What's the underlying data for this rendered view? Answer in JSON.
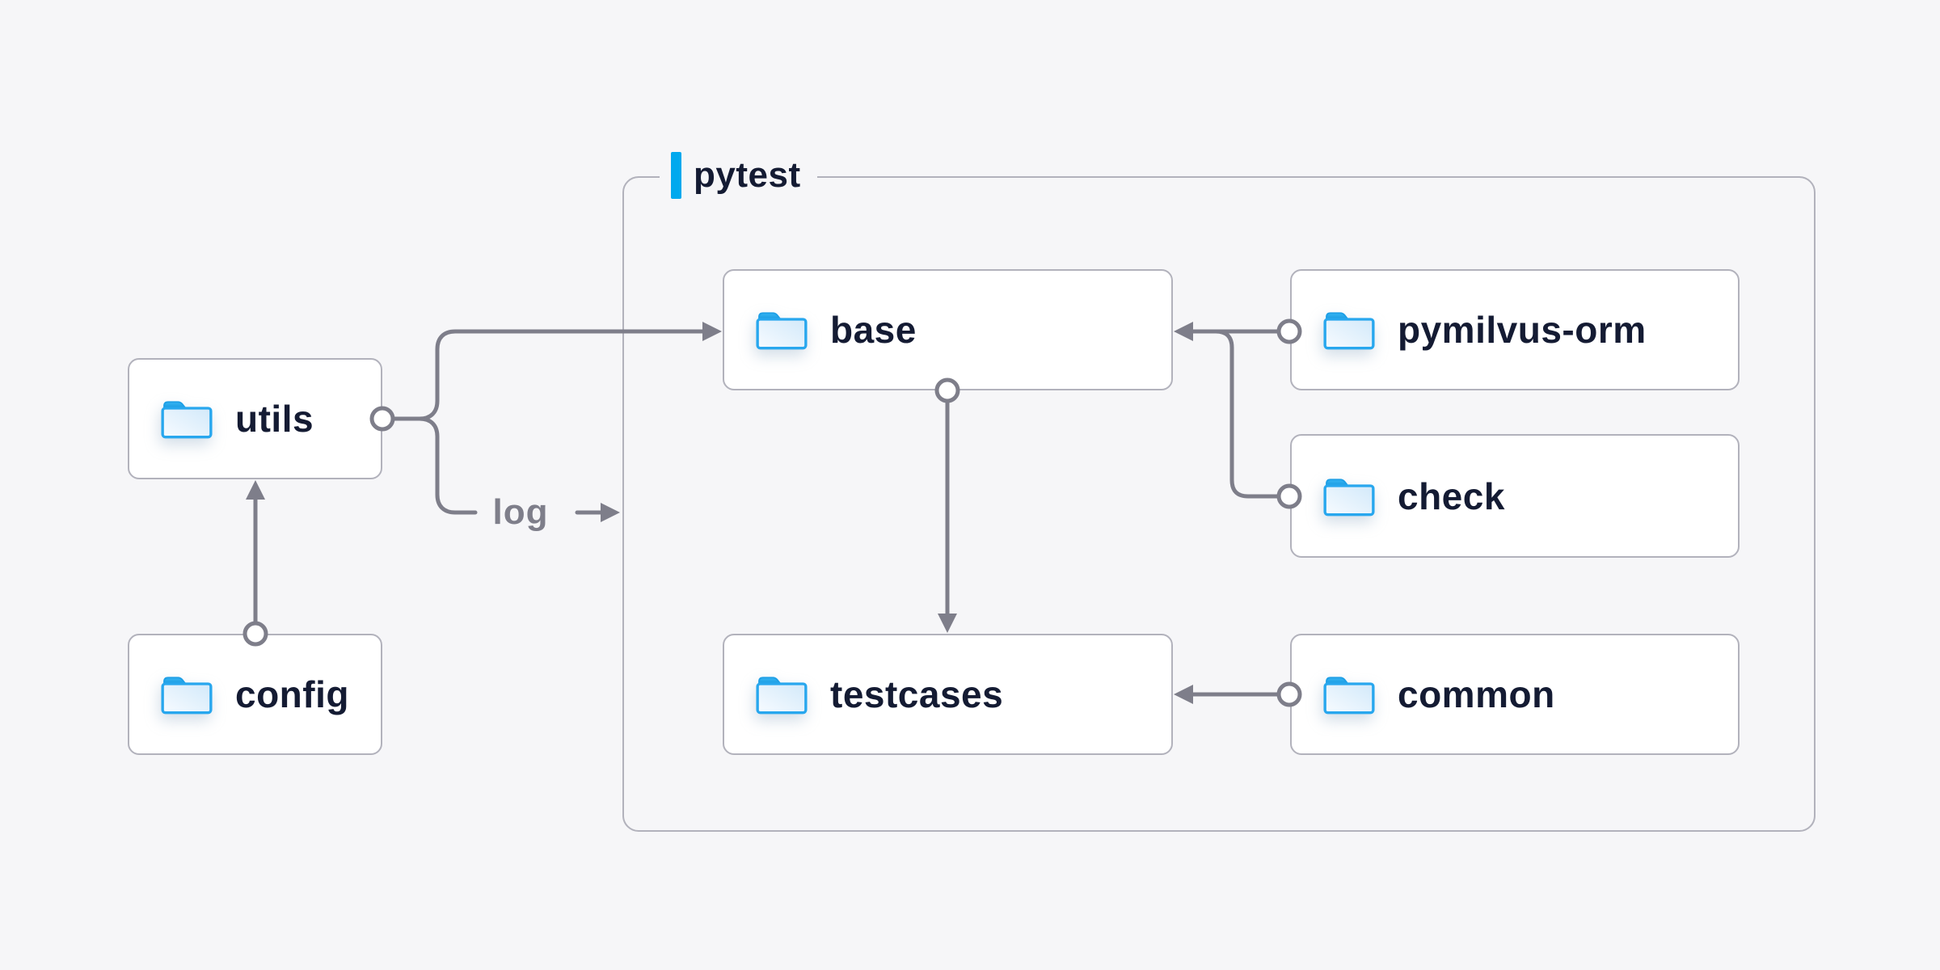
{
  "diagram": {
    "container": {
      "label": "pytest"
    },
    "nodes": {
      "utils": {
        "label": "utils",
        "icon": "folder-icon"
      },
      "config": {
        "label": "config",
        "icon": "folder-icon"
      },
      "base": {
        "label": "base",
        "icon": "folder-icon"
      },
      "pymilvus-orm": {
        "label": "pymilvus-orm",
        "icon": "folder-icon"
      },
      "check": {
        "label": "check",
        "icon": "folder-icon"
      },
      "testcases": {
        "label": "testcases",
        "icon": "folder-icon"
      },
      "common": {
        "label": "common",
        "icon": "folder-icon"
      }
    },
    "edges": [
      {
        "from": "utils",
        "to": "base"
      },
      {
        "from": "utils",
        "to": "pytest-group",
        "label": "log"
      },
      {
        "from": "config",
        "to": "utils"
      },
      {
        "from": "base",
        "to": "testcases"
      },
      {
        "from": "pymilvus-orm",
        "to": "base"
      },
      {
        "from": "check",
        "to": "base"
      },
      {
        "from": "common",
        "to": "testcases"
      }
    ],
    "colors": {
      "background": "#f6f6f8",
      "node_background": "#ffffff",
      "border_gray": "#b2b2bc",
      "connector_gray": "#7e7e8a",
      "text_navy": "#141b33",
      "accent_blue": "#00a9ee",
      "folder_blue": "#28a7ee"
    }
  }
}
